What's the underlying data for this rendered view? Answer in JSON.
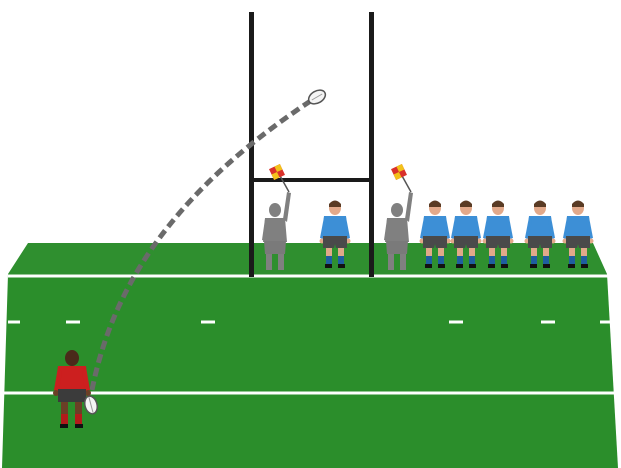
{
  "scene": {
    "description_visible_text": [],
    "colors": {
      "sky": "#ffffff",
      "grass_far": "#2e8b2e",
      "grass_near": "#289028",
      "line": "#ffffff",
      "post": "#1a1a1a",
      "ball_path": "#666666",
      "kicker_jersey": "#cc1f1f",
      "defender_jersey": "#3d8fd6",
      "shorts": "#4a4a4a",
      "touch_judge": "#808080",
      "flag_red": "#d9312b",
      "flag_yellow": "#f2c21b"
    },
    "icons": [
      "rugby-ball-icon",
      "kicker-figure",
      "goal-posts",
      "touch-judge-figure",
      "defender-figure",
      "flag-icon"
    ]
  }
}
